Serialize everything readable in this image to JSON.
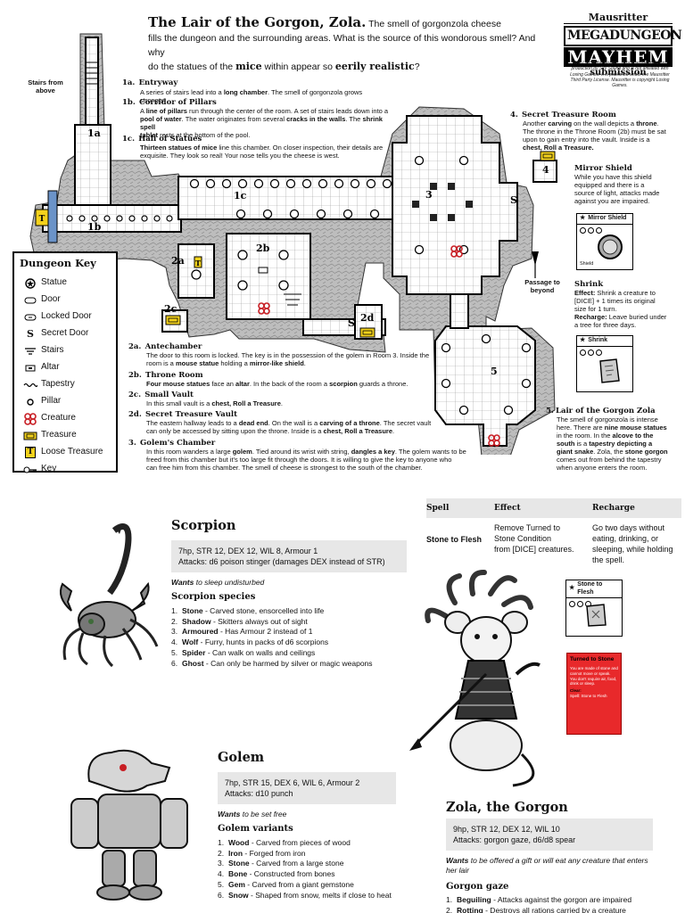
{
  "header": {
    "title": "The Lair of the Gorgon, Zola.",
    "intro_1": " The smell of gorgonzola cheese",
    "intro_2": "fills the dungeon and the surrounding areas. What is the source of this wondorous smell? And why",
    "intro_3a": "do the statues of the ",
    "intro_3b": "mice",
    "intro_3c": " within appear so ",
    "intro_3d": "eerily realistic",
    "intro_3e": "?"
  },
  "logo": {
    "line1": "Mausritter",
    "line2": "MEGADUNGEON",
    "line3": "MAYHEM",
    "line4": "submission",
    "legal": "The Lair of the Gorgon, Zola is an independent production by Sky Sound and is not affiliated with Losing Games. It is published under the Mausritter Third Party License. Mausritter is copyright Losing Games."
  },
  "map_labels": {
    "stairs_from_above": [
      "Stairs from",
      "above"
    ],
    "passage": [
      "Passage to",
      "beyond"
    ],
    "r1a": "1a",
    "r1b": "1b",
    "r1c": "1c",
    "r2a": "2a",
    "r2b": "2b",
    "r2c": "2c",
    "r2d": "2d",
    "r3": "3",
    "r4": "4",
    "r5": "5",
    "s": "S"
  },
  "rooms": {
    "r1a": {
      "num": "1a.",
      "title": "Entryway",
      "t1": "A series of stairs lead into a ",
      "b1": "long chamber",
      "t2": ". The smell of gorgonzola grows stronger."
    },
    "r1b": {
      "num": "1b.",
      "title": "Corridor of Pillars",
      "l1a": "A ",
      "l1b": "line of pillars",
      "l1c": " run through the center of the room. A set of stairs leads down into a",
      "l2a": "pool of water",
      "l2b": ". The water originates from several ",
      "l2c": "cracks in the walls",
      "l2d": ". The ",
      "l2e": "shrink spell",
      "l3a": "tablet",
      "l3b": " rests at the bottom of the pool."
    },
    "r1c": {
      "num": "1c.",
      "title": "Hall of Statues",
      "l1a": "Thirteen statues of mice",
      "l1b": " line this chamber. On closer inspection, their details are",
      "l2": "exquisite. They look so real! Your nose tells you the cheese is west."
    },
    "r4": {
      "num": "4.",
      "title": "Secret Treasure Room",
      "l1a": "Another ",
      "l1b": "carving",
      "l1c": " on the wall depicts a ",
      "l1d": "throne",
      "l1e": ".",
      "l2": "The throne in the Throne Room (2b) must be sat",
      "l3": "upon to gain entry into the vault. Inside is a",
      "l4": "chest, Roll a Treasure."
    },
    "r2a": {
      "num": "2a.",
      "title": "Antechamber",
      "l1": "The door to this room is locked. The key is in the possession of the golem in Room 3. Inside the",
      "l2a": "room is a ",
      "l2b": "mouse statue",
      "l2c": " holding a ",
      "l2d": "mirror-like shield",
      "l2e": "."
    },
    "r2b": {
      "num": "2b.",
      "title": "Throne Room",
      "l1a": "Four mouse statues",
      "l1b": " face an ",
      "l1c": "altar",
      "l1d": ". In the back of the room a ",
      "l1e": "scorpion",
      "l1f": " guards a throne."
    },
    "r2c": {
      "num": "2c.",
      "title": "Small Vault",
      "l1a": "In this small vault is a ",
      "l1b": "chest, Roll a Treasure",
      "l1c": "."
    },
    "r2d": {
      "num": "2d.",
      "title": "Secret Treasure Vault",
      "l1a": "The eastern hallway leads to a ",
      "l1b": "dead end",
      "l1c": ". On the wall is a ",
      "l1d": "carving of a throne",
      "l1e": ". The secret vault",
      "l2a": "can only be accessed by sitting upon the throne. Inside is a ",
      "l2b": "chest, Roll a Treasure",
      "l2c": "."
    },
    "r3": {
      "num": "3.",
      "title": "Golem's Chamber",
      "l1a": "In this room wanders a large ",
      "l1b": "golem",
      "l1c": ". Tied around its wrist with string, ",
      "l1d": "dangles a key",
      "l1e": ". The golem wants to be",
      "l2": "freed from this chamber but it's too large fit through the doors. It is willing to give the key to anyone who",
      "l3": "can free him from this chamber. The smell of cheese is strongest to the south of the chamber."
    },
    "r5": {
      "num": "5.",
      "title": "Lair of the Gorgon Zola",
      "l1": "The smell of gorgonzola is intense",
      "l2a": "here. There are ",
      "l2b": "nine mouse statues",
      "l3a": "in the room. In the ",
      "l3b": "alcove to the",
      "l4a": "south",
      "l4b": " is a ",
      "l4c": "tapestry depicting a",
      "l5a": "giant snake",
      "l5b": ". Zola, the ",
      "l5c": "stone gorgon",
      "l6": "comes out from behind the tapestry",
      "l7": "when anyone enters the room."
    }
  },
  "key": {
    "title": "Dungeon Key",
    "items": [
      "Statue",
      "Door",
      "Locked Door",
      "Secret Door",
      "Stairs",
      "Altar",
      "Tapestry",
      "Pillar",
      "Creature",
      "Treasure",
      "Loose Treasure",
      "Key"
    ],
    "secret_glyph": "S",
    "loose_glyph": "T"
  },
  "mirror_shield": {
    "title": "Mirror Shield",
    "l1": "While you have this shield",
    "l2": "equipped and there is a",
    "l3": "source of light, attacks made",
    "l4": "against you are impaired.",
    "card": "Mirror Shield",
    "card_sub": "Shield"
  },
  "shrink": {
    "title": "Shrink",
    "effect_label": "Effect:",
    "effect_1": " Shrink a creature to",
    "effect_2": "[DICE] + 1 times its original",
    "effect_3": "size for 1 turn.",
    "recharge_label": "Recharge:",
    "recharge_1": " Leave buried under",
    "recharge_2": "a tree for three days.",
    "card": "Shrink"
  },
  "spell_table": {
    "headers": [
      "Spell",
      "Effect",
      "Recharge"
    ],
    "name": "Stone to Flesh",
    "effect": [
      "Remove Turned to",
      "Stone Condition",
      "from [DICE] creatures."
    ],
    "recharge": [
      "Go two days without",
      "eating, drinking, or",
      "sleeping, while holding",
      "the spell."
    ],
    "card": "Stone to Flesh"
  },
  "turned_to_stone": {
    "title": "Turned to Stone",
    "body": "You are made of stone and cannot move or speak. You don't require air, food, drink or sleep.",
    "clear_label": "Clear:",
    "clear": "Spell: Stone to Flesh"
  },
  "scorpion": {
    "name": "Scorpion",
    "stats": "7hp, STR 12, DEX 12, WIL 8, Armour 1",
    "attacks": "Attacks: d6 poison stinger (damages DEX instead of STR)",
    "wants_label": "Wants",
    "wants": " to sleep undisturbed",
    "species_title": "Scorpion species",
    "species": [
      {
        "n": "1.",
        "name": "Stone",
        "desc": " - Carved stone, ensorcelled into life"
      },
      {
        "n": "2.",
        "name": "Shadow",
        "desc": " - Skitters always out of sight"
      },
      {
        "n": "3.",
        "name": "Armoured",
        "desc": " - Has Armour 2 instead of 1"
      },
      {
        "n": "4.",
        "name": "Wolf",
        "desc": " - Furry, hunts in packs of d6 scorpions"
      },
      {
        "n": "5.",
        "name": "Spider",
        "desc": " - Can walk on walls and ceilings"
      },
      {
        "n": "6.",
        "name": "Ghost",
        "desc": " - Can only be harmed by silver or magic weapons"
      }
    ]
  },
  "golem": {
    "name": "Golem",
    "stats": "7hp, STR 15, DEX 6, WIL 6, Armour 2",
    "attacks": "Attacks: d10 punch",
    "wants_label": "Wants",
    "wants": " to be set free",
    "variants_title": "Golem variants",
    "variants": [
      {
        "n": "1.",
        "name": "Wood",
        "desc": " - Carved from pieces of wood"
      },
      {
        "n": "2.",
        "name": "Iron",
        "desc": " - Forged from iron"
      },
      {
        "n": "3.",
        "name": "Stone",
        "desc": " - Carved from a large stone"
      },
      {
        "n": "4.",
        "name": "Bone",
        "desc": " - Constructed from bones"
      },
      {
        "n": "5.",
        "name": "Gem",
        "desc": " - Carved from a giant gemstone"
      },
      {
        "n": "6.",
        "name": "Snow",
        "desc": " - Shaped from snow, melts if close to heat"
      }
    ]
  },
  "zola": {
    "name": "Zola, the Gorgon",
    "stats": "9hp, STR 12, DEX 12, WIL 10",
    "attacks": "Attacks: gorgon gaze, d6/d8 spear",
    "wants_label": "Wants",
    "wants_1": " to be offered a gift or will eat any creature that enters",
    "wants_2": "her lair",
    "gaze_title": "Gorgon gaze",
    "gaze": [
      {
        "n": "1.",
        "name": "Beguiling",
        "desc": " - Attacks against the gorgon are impaired"
      },
      {
        "n": "2.",
        "name": "Rotting",
        "desc": " - Destroys all rations carried by a creature"
      }
    ]
  },
  "colors": {
    "door_blue": "#6b93c8",
    "creature_red": "#c81e24",
    "treasure_yellow": "#f4d21c",
    "status_red": "#e8292b",
    "stat_grey": "#e7e7e7"
  }
}
